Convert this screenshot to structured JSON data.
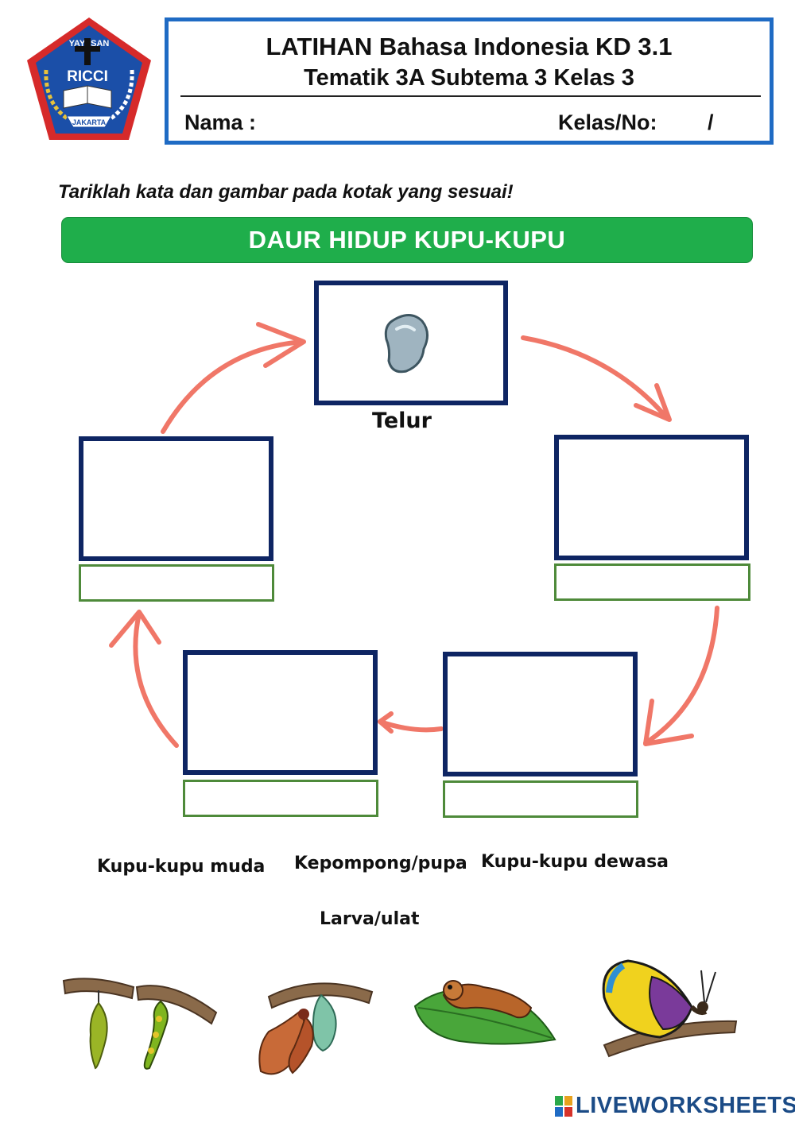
{
  "header": {
    "logo_text": "RICCI",
    "logo_top_text": "YAYASAN",
    "logo_bottom_text": "JAKARTA",
    "title_line1": "LATIHAN Bahasa Indonesia KD 3.1",
    "title_line2": "Tematik 3A Subtema 3 Kelas 3",
    "name_label": "Nama :",
    "class_label": "Kelas/No:",
    "class_separator": "/"
  },
  "instruction": "Tariklah kata dan gambar pada kotak yang sesuai!",
  "banner": "DAUR HIDUP KUPU-KUPU",
  "cycle": {
    "egg_label": "Telur"
  },
  "word_bank": [
    "Kupu-kupu muda",
    "Kepompong/pupa",
    "Kupu-kupu dewasa",
    "Larva/ulat"
  ],
  "pictures": [
    "chrysalis-and-caterpillar-picture",
    "emerging-butterfly-picture",
    "caterpillar-on-leaf-picture",
    "adult-butterfly-picture"
  ],
  "colors": {
    "header_border": "#1f6bc4",
    "banner_green": "#1fae4b",
    "box_navy": "#0e2563",
    "label_green": "#4e8a3a",
    "arrow_salmon": "#f07768"
  },
  "watermark": "LIVEWORKSHEETS"
}
